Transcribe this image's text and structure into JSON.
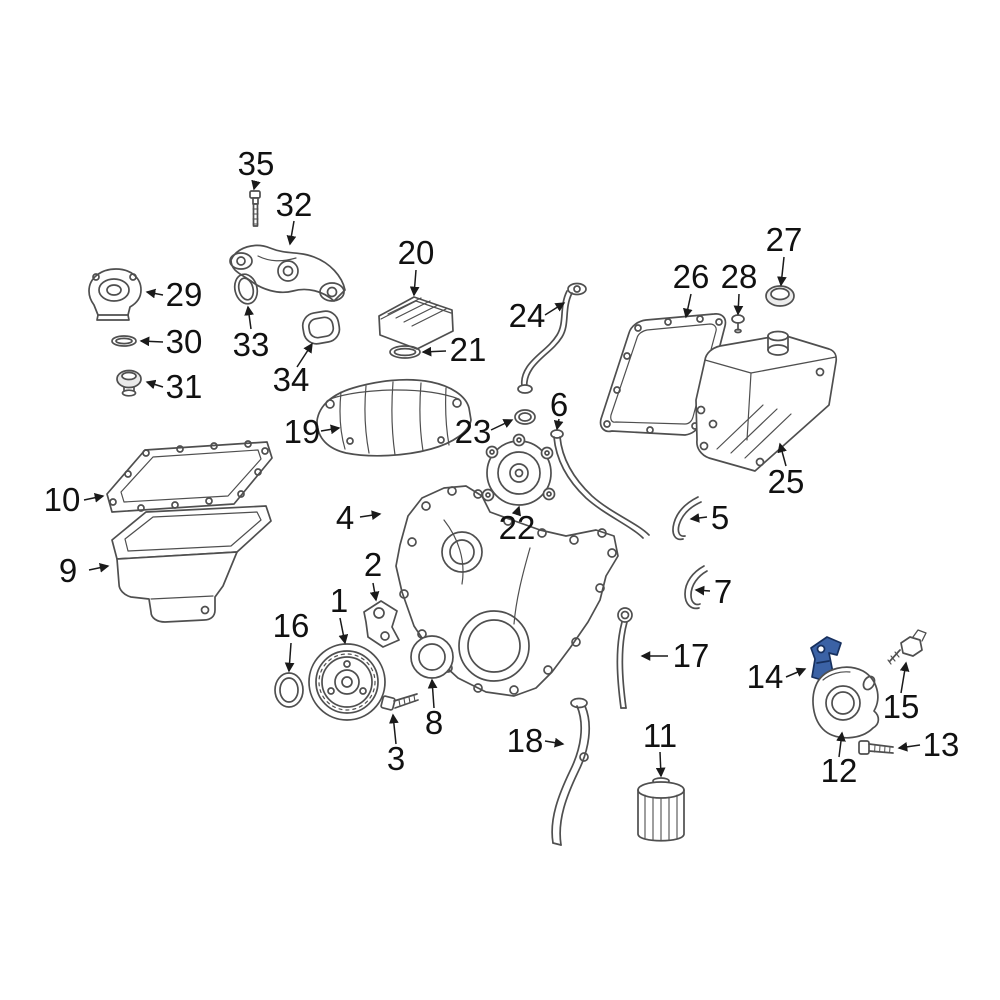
{
  "diagram": {
    "background": "#ffffff",
    "line_color": "#4f4f4f",
    "leader_color": "#1a1a1a",
    "label_color": "#111111",
    "highlight": {
      "part": "14",
      "fill": "#3b62a5",
      "stroke": "#17305e"
    },
    "part_labels": {
      "1": "1",
      "2": "2",
      "3": "3",
      "4": "4",
      "5": "5",
      "6": "6",
      "7": "7",
      "8": "8",
      "9": "9",
      "10": "10",
      "11": "11",
      "12": "12",
      "13": "13",
      "14": "14",
      "15": "15",
      "16": "16",
      "17": "17",
      "18": "18",
      "19": "19",
      "20": "20",
      "21": "21",
      "22": "22",
      "23": "23",
      "24": "24",
      "25": "25",
      "26": "26",
      "27": "27",
      "28": "28",
      "29": "29",
      "30": "30",
      "31": "31",
      "32": "32",
      "33": "33",
      "34": "34",
      "35": "35"
    }
  }
}
